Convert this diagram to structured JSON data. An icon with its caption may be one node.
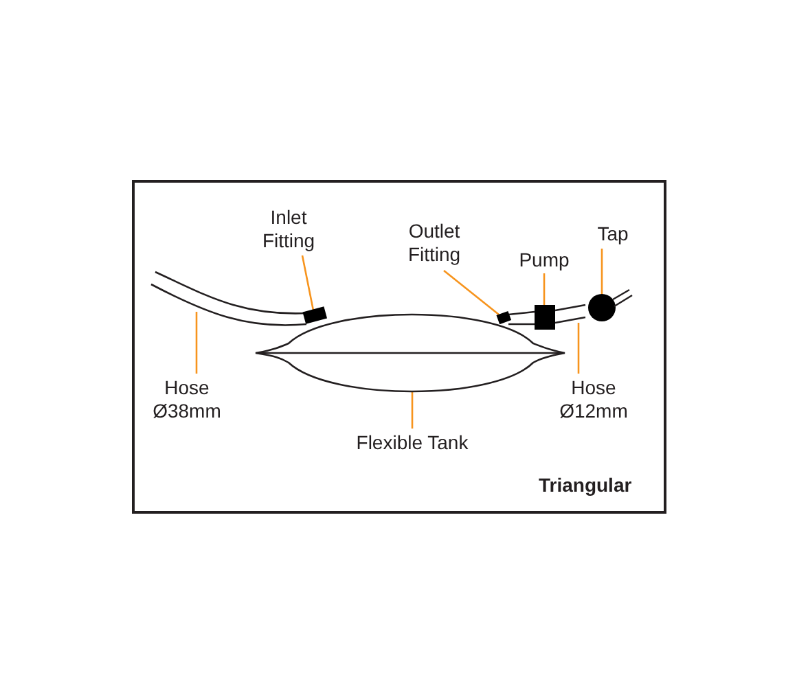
{
  "diagram": {
    "nodes": [
      {
        "text": [
          "Inlet Fitting"
        ]
      },
      {
        "text": [],
        "shape": "box"
      },
      {
        "text": [
          "Outlet Fitting"
        ]
      },
      {
        "text": [],
        "shape": "box"
      },
      {
        "text": [
          "Pump"
        ]
      },
      {
        "text": [],
        "shape": "box"
      },
      {
        "text": [
          "Tap"
        ]
      },
      {
        "text": [],
        "shape": "circle"
      },
      {
        "text": [
          "Hose Ø38mm"
        ]
      },
      {
        "text": [],
        "shape": "tube"
      },
      {
        "text": [
          "Hose Ø12mm"
        ]
      },
      {
        "text": [],
        "shape": "tube"
      },
      {
        "text": [
          "Flexible Tank"
        ]
      },
      {
        "text": [],
        "shape": "lens"
      }
    ],
    "edges": [
      {
        "from": 0,
        "to": 1,
        "arrow": "none"
      },
      {
        "from": 2,
        "to": 3,
        "arrow": "none"
      },
      {
        "from": 4,
        "to": 5,
        "arrow": "none"
      },
      {
        "from": 6,
        "to": 7,
        "arrow": "none"
      },
      {
        "from": 8,
        "to": 9,
        "arrow": "none"
      },
      {
        "from": 10,
        "to": 11,
        "arrow": "none"
      },
      {
        "from": 12,
        "to": 13,
        "arrow": "none"
      }
    ],
    "labels": [
      "Triangular"
    ]
  }
}
